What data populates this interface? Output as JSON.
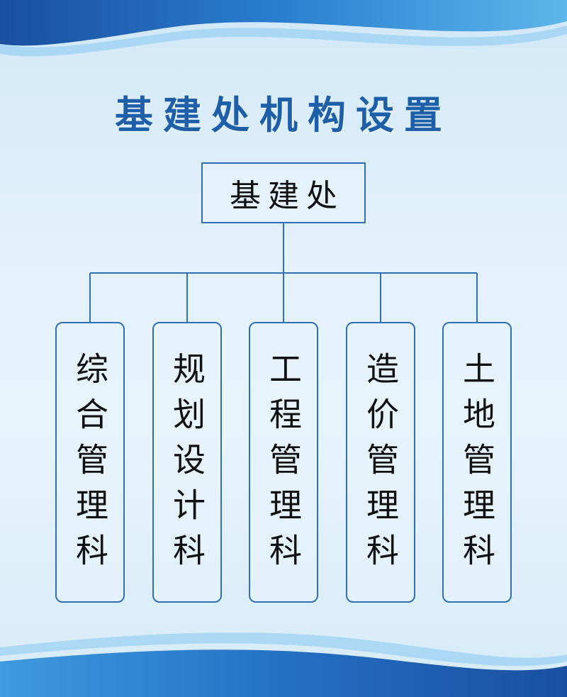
{
  "title": "基建处机构设置",
  "root": {
    "label": "基建处"
  },
  "departments": [
    {
      "label": "综合管理科"
    },
    {
      "label": "规划设计科"
    },
    {
      "label": "工程管理科"
    },
    {
      "label": "造价管理科"
    },
    {
      "label": "土地管理科"
    }
  ],
  "colors": {
    "title": "#1d5fa8",
    "line": "#2f6fb3",
    "wave_dark": "#1f5fb0",
    "wave_light": "#4aa3e0"
  }
}
